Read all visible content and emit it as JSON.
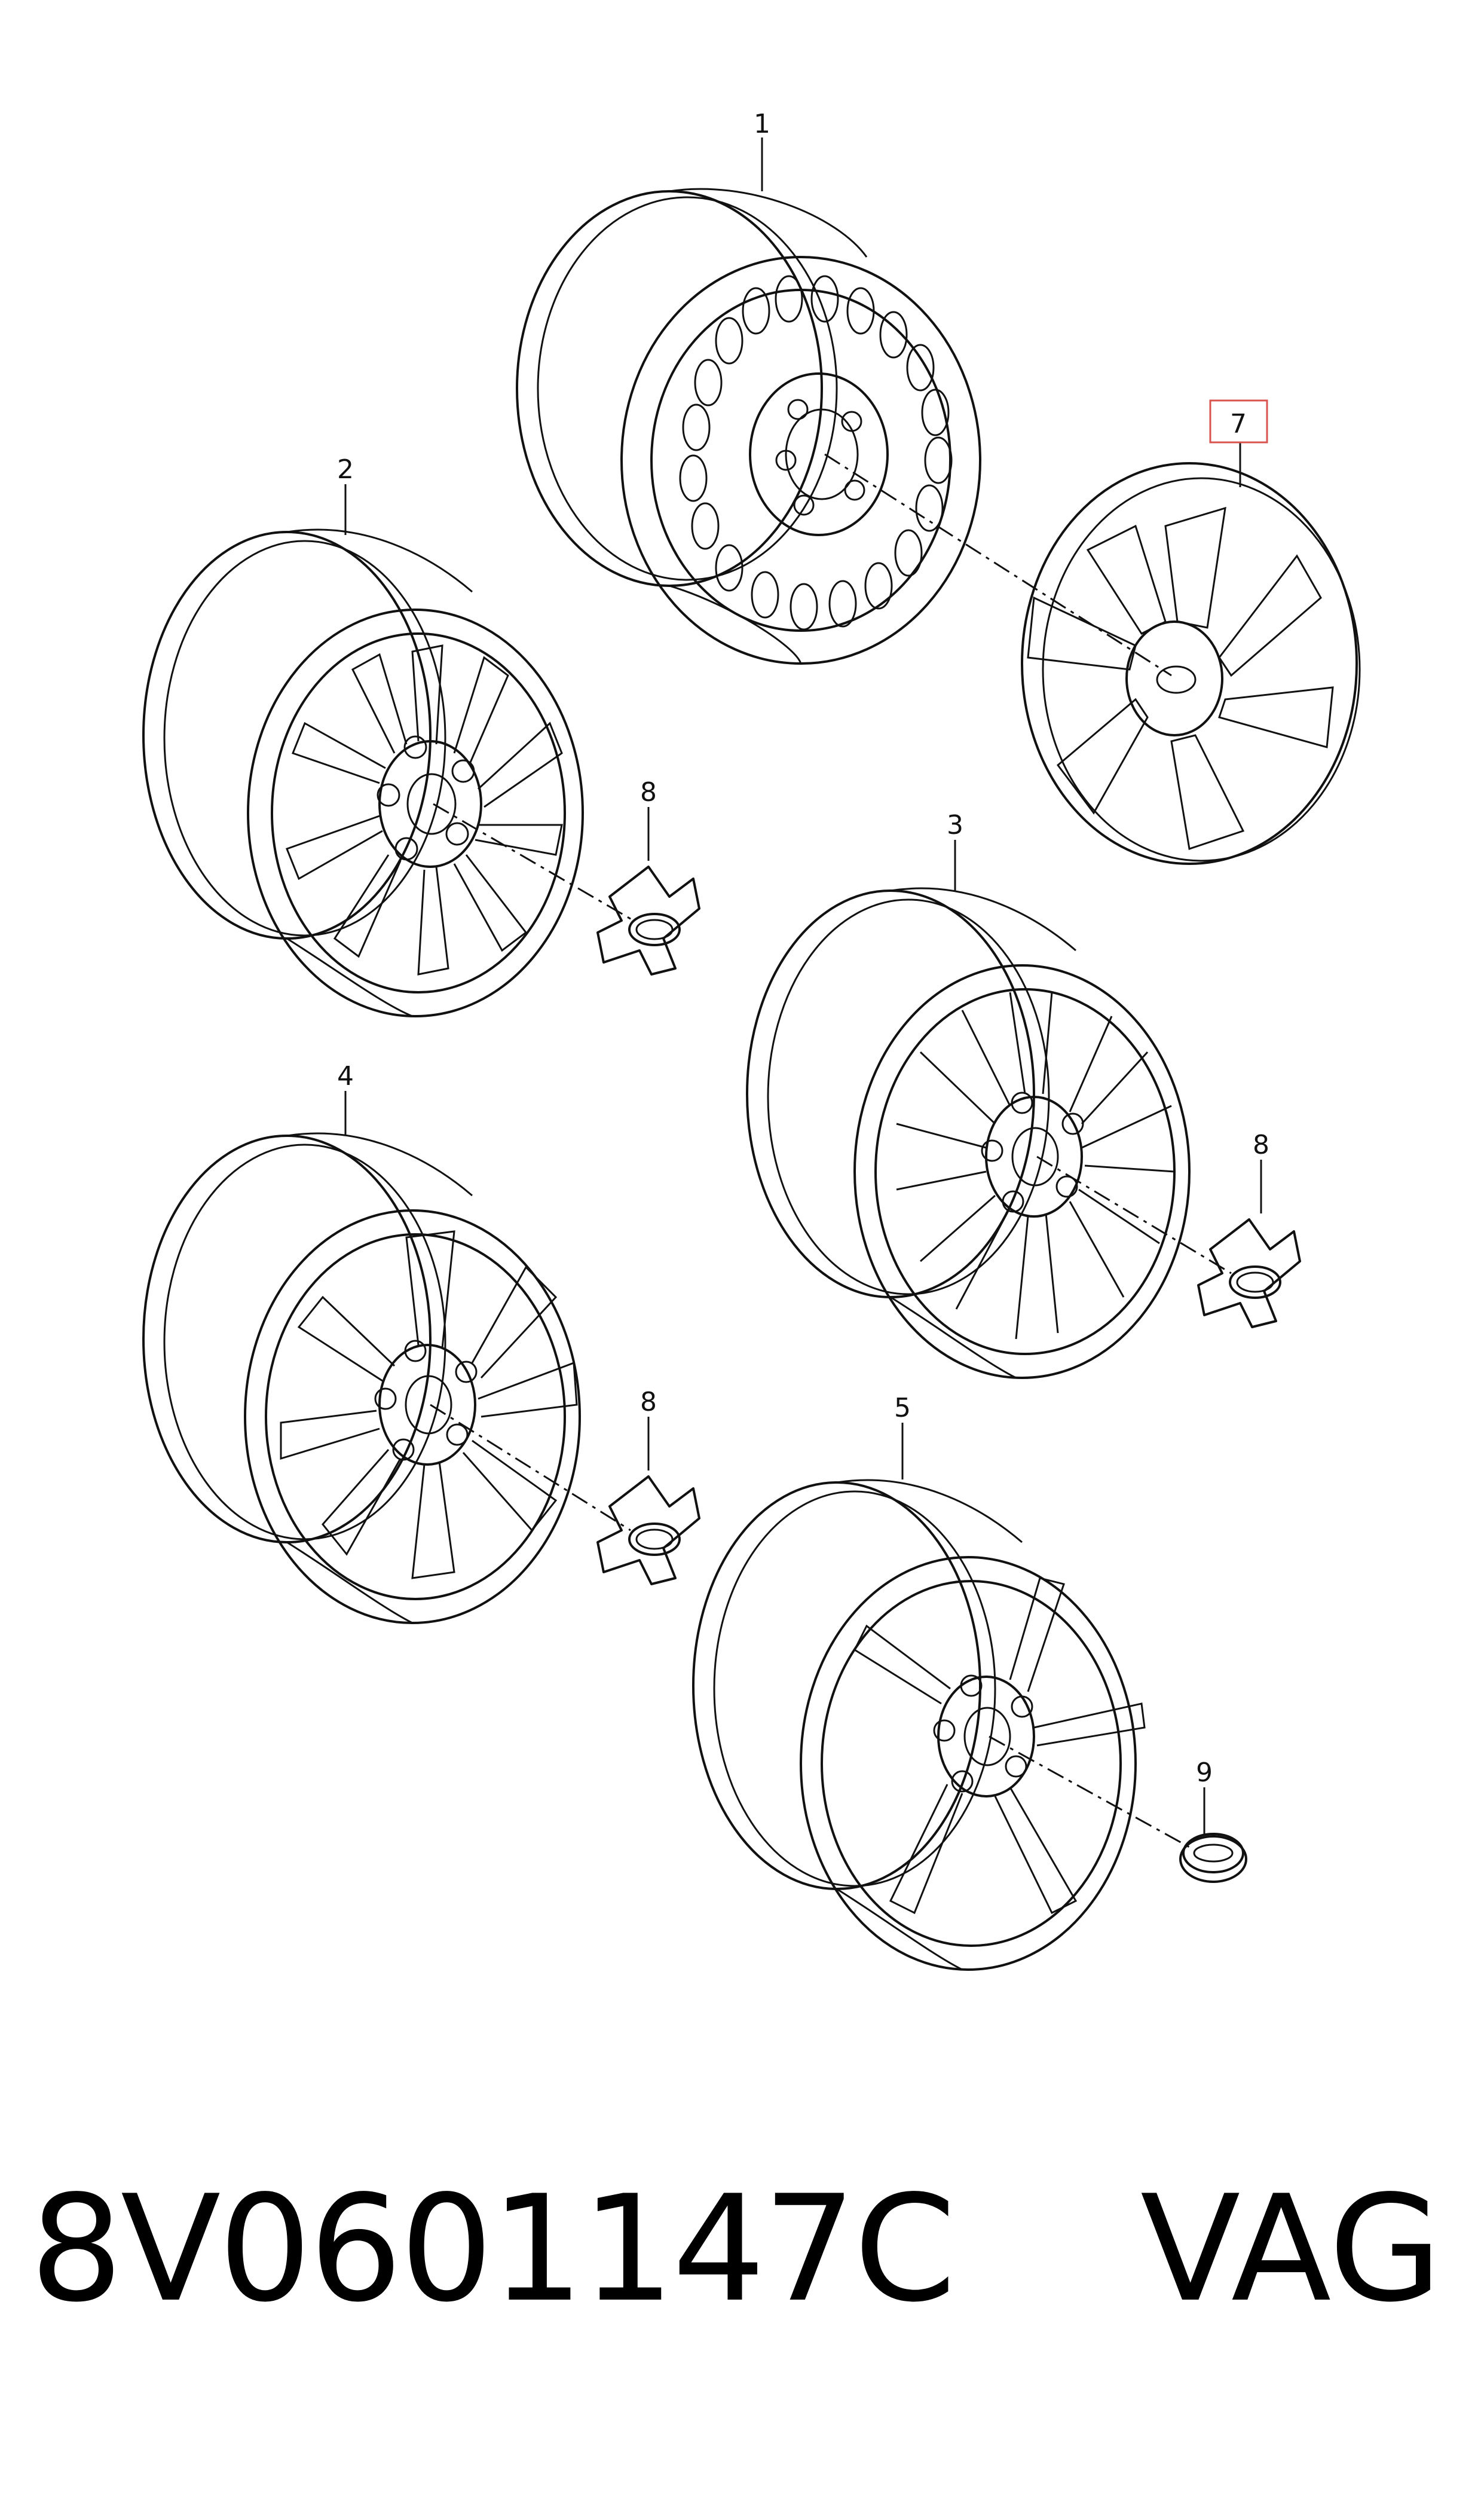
{
  "callouts": [
    {
      "id": "1",
      "label": "1"
    },
    {
      "id": "2",
      "label": "2"
    },
    {
      "id": "3",
      "label": "3"
    },
    {
      "id": "4",
      "label": "4"
    },
    {
      "id": "5",
      "label": "5"
    },
    {
      "id": "7",
      "label": "7",
      "highlight_color": "#d9534f"
    },
    {
      "id": "8a",
      "label": "8"
    },
    {
      "id": "8b",
      "label": "8"
    },
    {
      "id": "8c",
      "label": "8"
    },
    {
      "id": "9",
      "label": "9"
    }
  ],
  "footer": {
    "part_number": "8V0601147C",
    "brand": "VAG"
  }
}
